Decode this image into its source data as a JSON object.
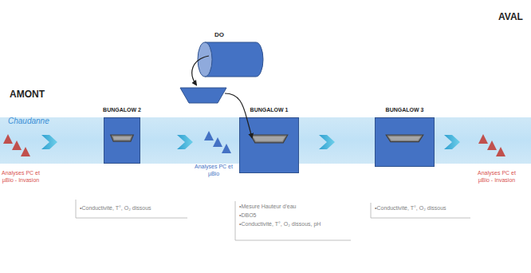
{
  "diagram": {
    "nodes": [
      {
        "text": [
          "DO"
        ]
      },
      {
        "text": [
          "BUNGALOW 2"
        ]
      },
      {
        "text": [
          "BUNGALOW 1"
        ]
      },
      {
        "text": [
          "BUNGALOW 3"
        ]
      }
    ],
    "labels": [
      "AMONT",
      "AVAL",
      "Chaudanne",
      "Analyses PC et µBio - Invasion",
      "Analyses PC et µBio",
      "Analyses PC et µBio - Invasion",
      "•Conductivité, T°, O₂ dissous",
      "•Mesure Hauteur d'eau",
      "•DBO5",
      "•Conductivité, T°, O₂ dissous, pH",
      "•Conductivité, T°, O₂ dissous"
    ]
  }
}
